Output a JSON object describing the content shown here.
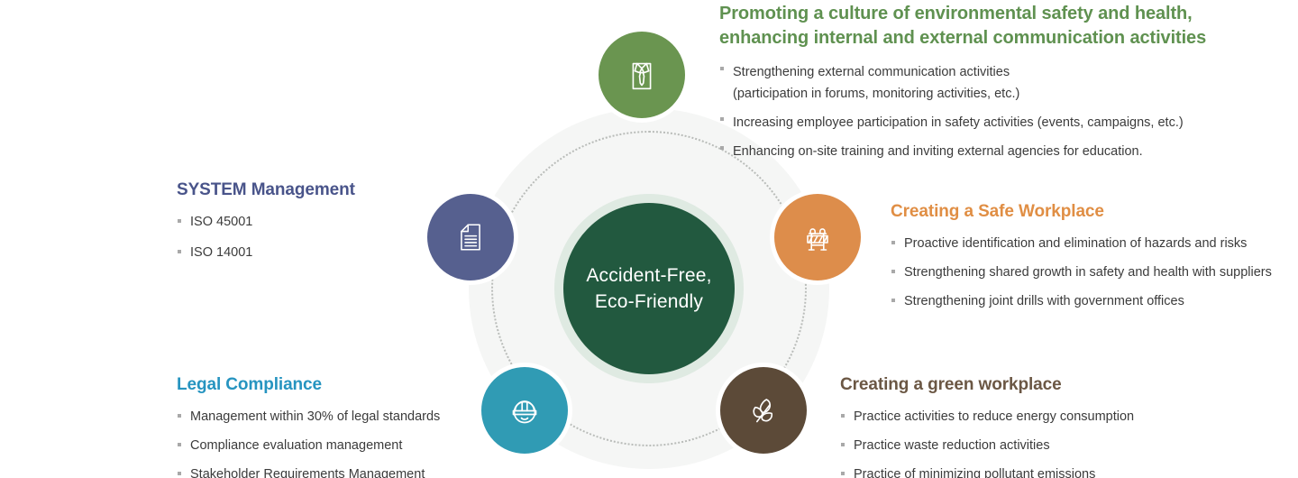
{
  "center": {
    "label": "Accident-Free,\nEco-Friendly"
  },
  "colors": {
    "green": "#6a9550",
    "purple": "#56608f",
    "orange": "#dd8d4b",
    "teal": "#309bb4",
    "brown": "#5c4a38",
    "core": "#22593f",
    "core_ring": "#dfeae2",
    "backdrop": "#f5f6f5",
    "body_text": "#3b3b3b",
    "bullet": "#a9a9a9"
  },
  "nodes": [
    {
      "id": "culture",
      "icon": "shirt-tie-icon",
      "color": "#6a9550"
    },
    {
      "id": "system",
      "icon": "document-icon",
      "color": "#56608f"
    },
    {
      "id": "safe",
      "icon": "barricade-icon",
      "color": "#dd8d4b"
    },
    {
      "id": "legal",
      "icon": "hard-hat-icon",
      "color": "#309bb4"
    },
    {
      "id": "green",
      "icon": "leaf-sprig-icon",
      "color": "#5c4a38"
    }
  ],
  "blocks": {
    "system": {
      "heading": "SYSTEM Management",
      "heading_color": "#49548a",
      "bullets": [
        "ISO 45001",
        "ISO 14001"
      ]
    },
    "legal": {
      "heading": "Legal Compliance",
      "heading_color": "#2694c0",
      "bullets": [
        "Management within 30% of legal standards",
        "Compliance evaluation management",
        "Stakeholder Requirements Management"
      ]
    },
    "culture": {
      "heading": "Promoting a culture of environmental safety and health,\nenhancing internal and external communication activities",
      "heading_color": "#5f9150",
      "bullets": [
        "Strengthening external communication activities\n (participation in forums, monitoring activities, etc.)",
        "Increasing employee participation in safety activities (events, campaigns, etc.)",
        "Enhancing on-site training and inviting external agencies for education."
      ]
    },
    "safe": {
      "heading": "Creating a Safe Workplace",
      "heading_color": "#e08e44",
      "bullets": [
        "Proactive identification and elimination of hazards and risks",
        "Strengthening shared growth in safety and health with suppliers",
        "Strengthening joint drills with government offices"
      ]
    },
    "green": {
      "heading": "Creating a green workplace",
      "heading_color": "#6b5744",
      "bullets": [
        "Practice activities to reduce energy consumption",
        "Practice waste reduction activities",
        "Practice of minimizing pollutant emissions"
      ]
    }
  }
}
